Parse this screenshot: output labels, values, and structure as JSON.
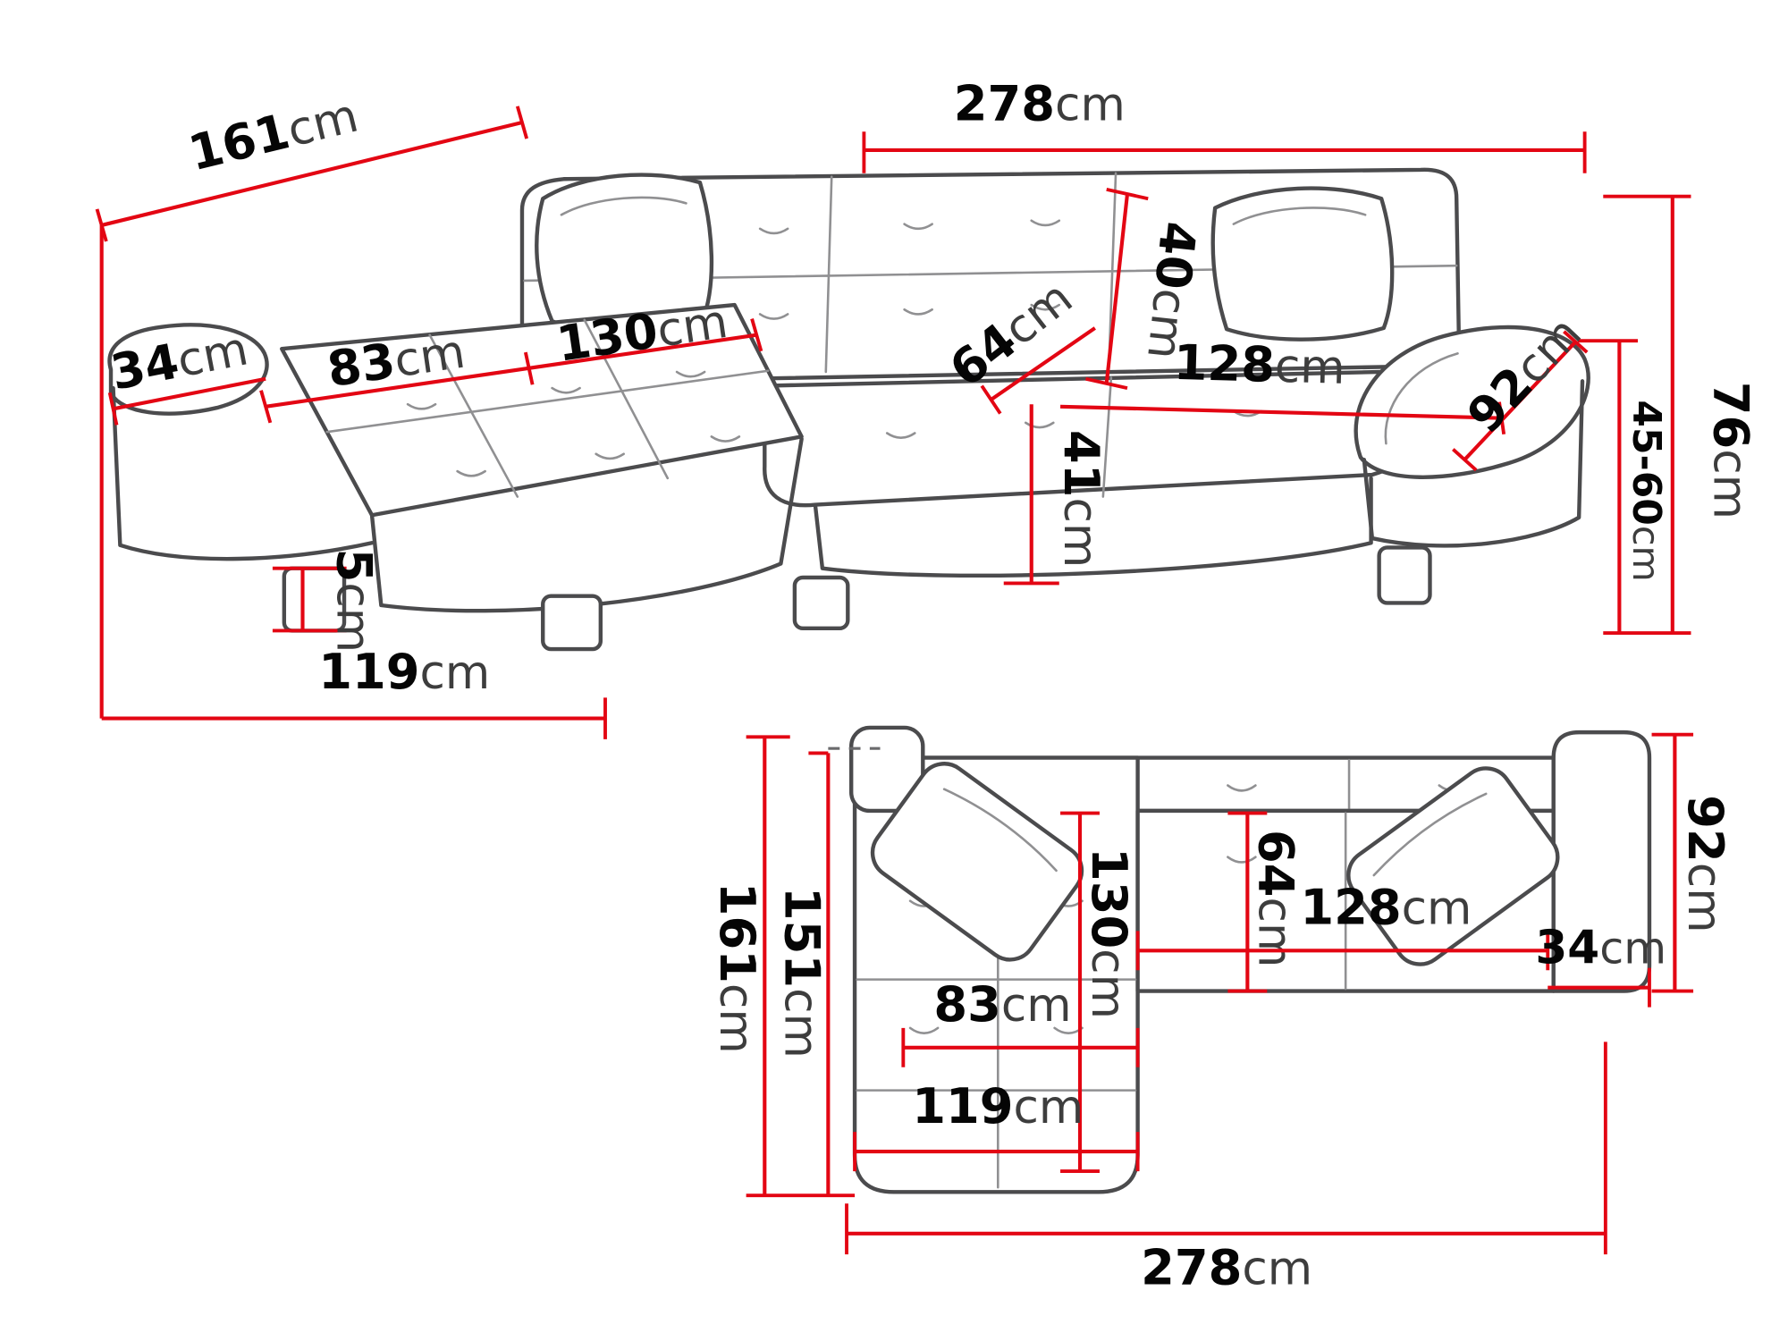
{
  "diagram_title": "Corner sofa dimensions diagram",
  "colors": {
    "dimension_line": "#e30613",
    "sofa_outline": "#4b4b4d",
    "sofa_detail": "#909092",
    "label_number": "#050505",
    "label_unit": "#3d3d3d",
    "background": "#ffffff"
  },
  "front_view": {
    "dims": {
      "depth": {
        "value": "161",
        "unit": "cm"
      },
      "width": {
        "value": "278",
        "unit": "cm"
      },
      "backrest_height": {
        "value": "40",
        "unit": "cm"
      },
      "seat_depth": {
        "value": "64",
        "unit": "cm"
      },
      "left_armrest_width": {
        "value": "34",
        "unit": "cm"
      },
      "chaise_cushion_width": {
        "value": "83",
        "unit": "cm"
      },
      "chaise_cushion_length": {
        "value": "130",
        "unit": "cm"
      },
      "seat_cushion_width": {
        "value": "128",
        "unit": "cm"
      },
      "armrest_length": {
        "value": "92",
        "unit": "cm"
      },
      "total_height": {
        "value": "76",
        "unit": "cm"
      },
      "seat_height_range": {
        "value": "45-60",
        "unit": "cm"
      },
      "front_height": {
        "value": "41",
        "unit": "cm"
      },
      "leg_height": {
        "value": "5",
        "unit": "cm"
      },
      "chaise_depth": {
        "value": "119",
        "unit": "cm"
      }
    }
  },
  "top_view": {
    "dims": {
      "depth": {
        "value": "161",
        "unit": "cm"
      },
      "inner_depth": {
        "value": "151",
        "unit": "cm"
      },
      "chaise_cushion_length": {
        "value": "130",
        "unit": "cm"
      },
      "seat_depth": {
        "value": "64",
        "unit": "cm"
      },
      "chaise_cushion_width": {
        "value": "83",
        "unit": "cm"
      },
      "seat_cushion_width": {
        "value": "128",
        "unit": "cm"
      },
      "armrest_width": {
        "value": "34",
        "unit": "cm"
      },
      "armrest_length": {
        "value": "92",
        "unit": "cm"
      },
      "chaise_depth": {
        "value": "119",
        "unit": "cm"
      },
      "width": {
        "value": "278",
        "unit": "cm"
      }
    }
  }
}
